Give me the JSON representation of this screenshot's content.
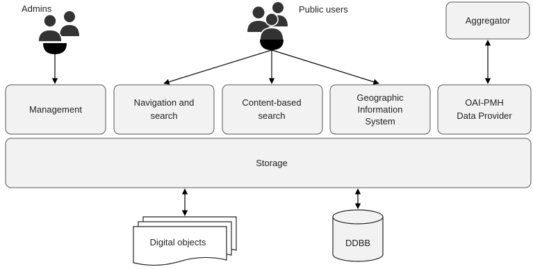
{
  "actors": {
    "admins": "Admins",
    "public_users": "Public users"
  },
  "modules": {
    "management": [
      "Management"
    ],
    "navigation": [
      "Navigation and",
      "search"
    ],
    "content": [
      "Content-based",
      "search"
    ],
    "gis": [
      "Geographic",
      "Information",
      "System"
    ],
    "oai": [
      "OAI-PMH",
      "Data Provider"
    ]
  },
  "aggregator": "Aggregator",
  "storage": "Storage",
  "digital_objects": "Digital objects",
  "ddbb": "DDBB",
  "icons": [
    "admins-icon",
    "public-users-icon",
    "document-stack-icon",
    "database-icon"
  ],
  "colors": {
    "box_fill": "#f2f2f2",
    "box_stroke": "#555555",
    "icon": "#333333"
  }
}
